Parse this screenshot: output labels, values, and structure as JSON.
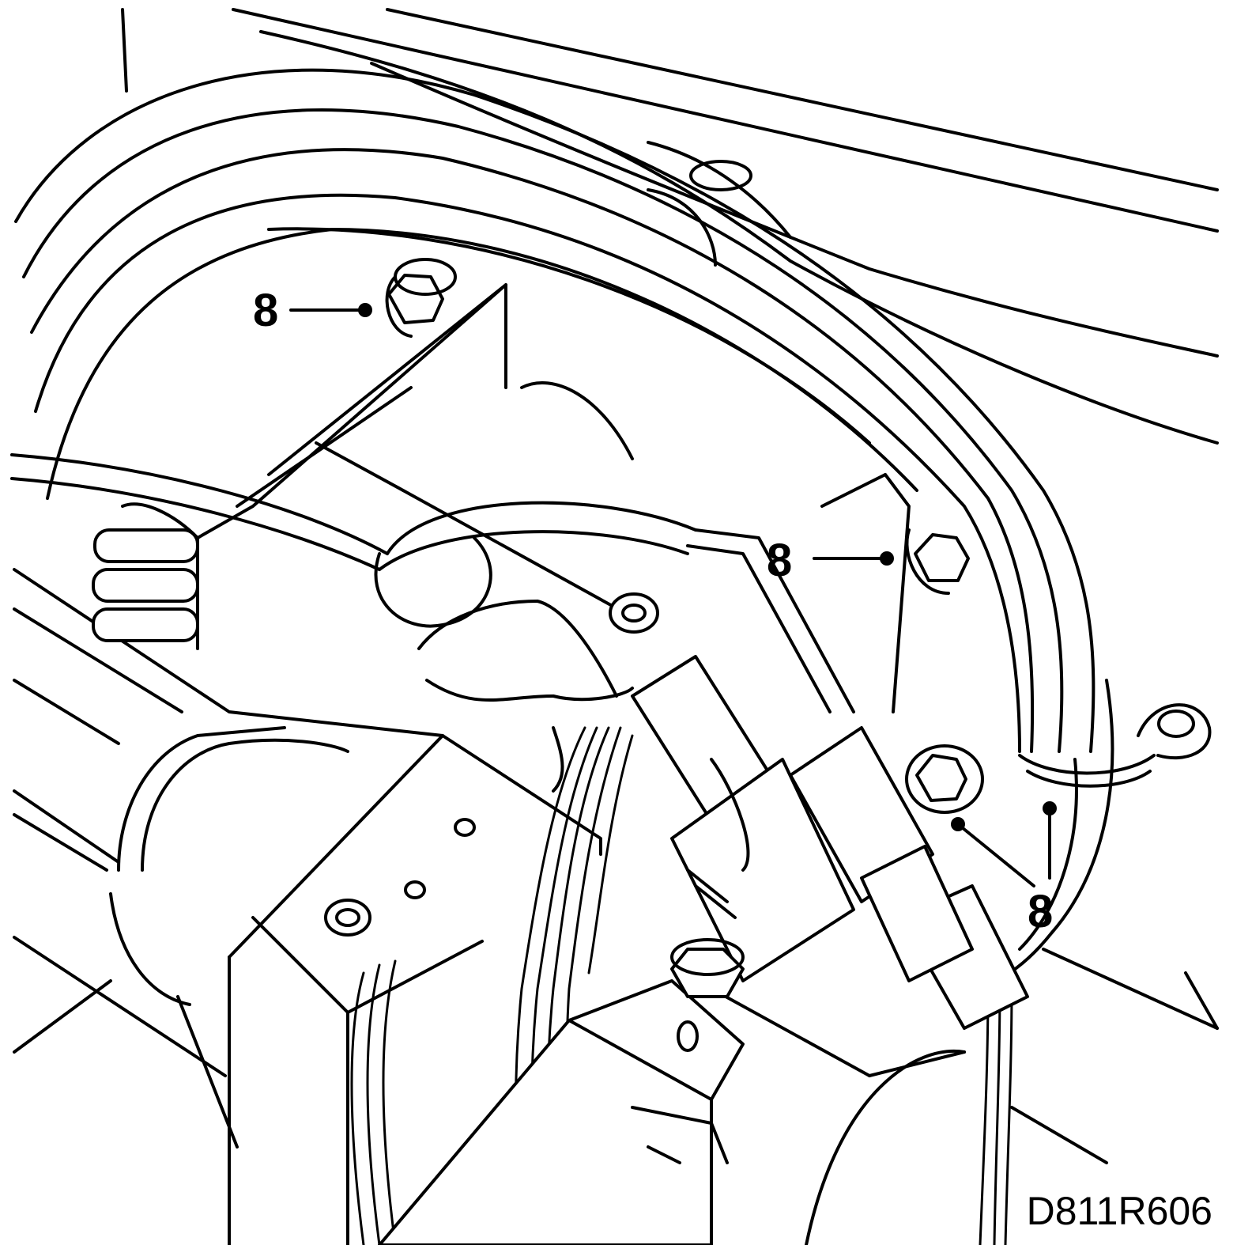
{
  "callouts": [
    {
      "number": "8"
    },
    {
      "number": "8"
    },
    {
      "number": "8"
    },
    {
      "number": "8"
    }
  ],
  "figure_reference": "D811R606",
  "icons": [
    "nut-icon",
    "cable-tie-icon",
    "ground-terminal-icon",
    "connector-icon"
  ]
}
